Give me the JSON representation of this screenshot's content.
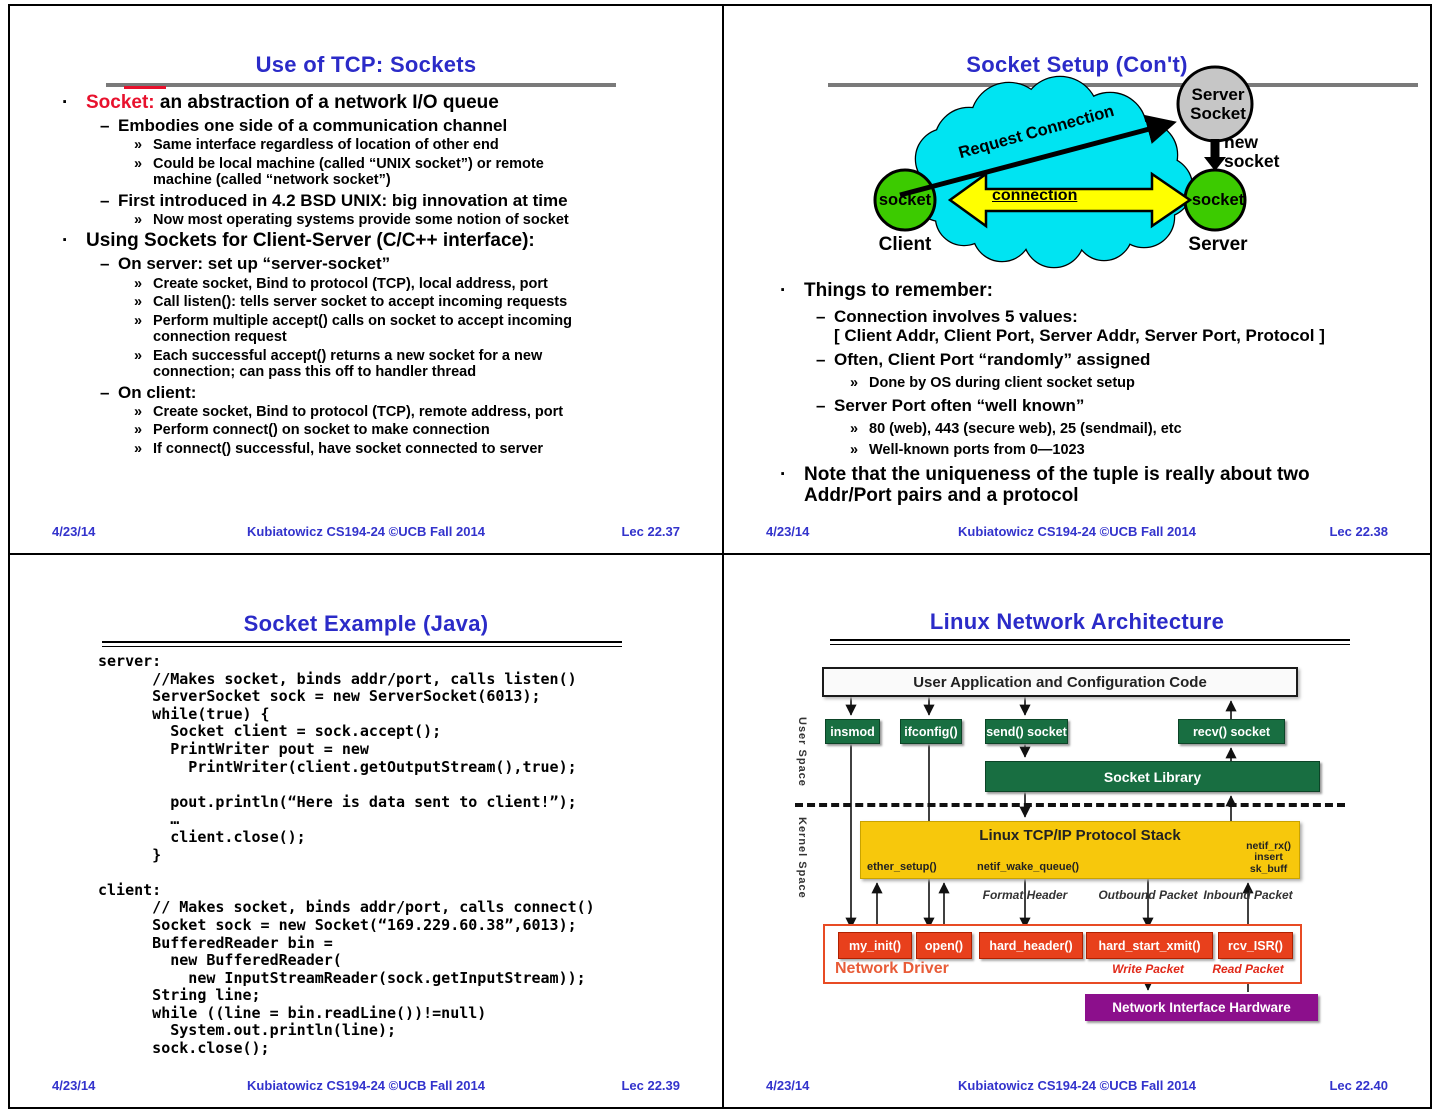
{
  "colors": {
    "title_blue": "#2B2BC8",
    "footer_blue": "#3333CC",
    "accent_red": "#E8112D",
    "cloud_cyan": "#00E4F2",
    "socket_green": "#3CCB00",
    "server_gray": "#C6C6C6",
    "arrow_yellow": "#FFFF00",
    "linux_green": "#186E41",
    "linux_yellow": "#F7C80C",
    "linux_red": "#E8401C",
    "linux_purple": "#8C0F8C"
  },
  "slides": [
    {
      "title": "Use of TCP: Sockets",
      "bullets": [
        {
          "level": 1,
          "lead": "Socket:",
          "text": " an abstraction of a network I/O queue"
        },
        {
          "level": 2,
          "text": "Embodies one side of a communication channel"
        },
        {
          "level": 3,
          "text": "Same interface regardless of location of other end"
        },
        {
          "level": 3,
          "text": "Could be local machine (called “UNIX socket”) or remote\nmachine (called “network socket”)"
        },
        {
          "level": 2,
          "text": "First introduced in 4.2 BSD UNIX: big innovation at time"
        },
        {
          "level": 3,
          "text": "Now most operating systems provide some notion of socket"
        },
        {
          "level": 1,
          "text": "Using Sockets for Client-Server (C/C++ interface):"
        },
        {
          "level": 2,
          "text": "On server: set up “server-socket”"
        },
        {
          "level": 3,
          "text": "Create socket, Bind to protocol (TCP), local address, port"
        },
        {
          "level": 3,
          "text": "Call listen(): tells server socket to accept incoming requests"
        },
        {
          "level": 3,
          "text": "Perform multiple accept() calls on socket to accept incoming\nconnection request"
        },
        {
          "level": 3,
          "text": "Each successful accept() returns a new socket for a new\nconnection; can pass this off to handler thread"
        },
        {
          "level": 2,
          "text": "On client:"
        },
        {
          "level": 3,
          "text": "Create socket, Bind to protocol (TCP), remote address, port"
        },
        {
          "level": 3,
          "text": "Perform connect() on socket to make connection"
        },
        {
          "level": 3,
          "text": "If connect() successful, have socket connected to server"
        }
      ],
      "footer": {
        "date": "4/23/14",
        "credit": "Kubiatowicz CS194-24 ©UCB Fall 2014",
        "lec": "Lec 22.37"
      }
    },
    {
      "title": "Socket Setup (Con't)",
      "diagram": {
        "server_socket_circle": "Server\nSocket",
        "new_socket": "new\nsocket",
        "request_connection": "Request Connection",
        "connection": "connection",
        "client_socket": "socket",
        "server_socket": "socket",
        "client": "Client",
        "server": "Server"
      },
      "bullets": [
        {
          "level": 1,
          "text": "Things to remember:"
        },
        {
          "level": 2,
          "text": "Connection involves 5 values:\n[ Client Addr, Client Port, Server Addr, Server Port, Protocol ]"
        },
        {
          "level": 2,
          "text": "Often, Client Port “randomly” assigned"
        },
        {
          "level": 3,
          "text": "Done by OS during client socket setup"
        },
        {
          "level": 2,
          "text": "Server Port often “well known”"
        },
        {
          "level": 3,
          "text": "80 (web), 443 (secure web), 25 (sendmail), etc"
        },
        {
          "level": 3,
          "text": "Well-known ports from 0—1023"
        },
        {
          "level": 1,
          "text": "Note that the uniqueness of the tuple is really about two\nAddr/Port pairs and a protocol"
        }
      ],
      "footer": {
        "date": "4/23/14",
        "credit": "Kubiatowicz CS194-24 ©UCB Fall 2014",
        "lec": "Lec 22.38"
      }
    },
    {
      "title": "Socket Example (Java)",
      "code": [
        "server:",
        "      //Makes socket, binds addr/port, calls listen()",
        "      ServerSocket sock = new ServerSocket(6013);",
        "      while(true) {",
        "        Socket client = sock.accept();",
        "        PrintWriter pout = new",
        "          PrintWriter(client.getOutputStream(),true);",
        "",
        "        pout.println(“Here is data sent to client!”);",
        "        …",
        "        client.close();",
        "      }",
        "",
        "client:",
        "      // Makes socket, binds addr/port, calls connect()",
        "      Socket sock = new Socket(“169.229.60.38”,6013);",
        "      BufferedReader bin =",
        "        new BufferedReader(",
        "          new InputStreamReader(sock.getInputStream));",
        "      String line;",
        "      while ((line = bin.readLine())!=null)",
        "        System.out.println(line);",
        "      sock.close();"
      ],
      "footer": {
        "date": "4/23/14",
        "credit": "Kubiatowicz CS194-24 ©UCB Fall 2014",
        "lec": "Lec 22.39"
      }
    },
    {
      "title": "Linux Network Architecture",
      "diagram": {
        "app_box": "User Application and Configuration Code",
        "green_boxes": [
          "insmod",
          "ifconfig()",
          "send() socket",
          "recv() socket"
        ],
        "socket_library": "Socket Library",
        "user_space": "User Space",
        "kernel_space": "Kernel Space",
        "stack_title": "Linux TCP/IP Protocol Stack",
        "stack_label_ether": "ether_setup()",
        "stack_label_wake": "netif_wake_queue()",
        "stack_label_rx": "netif_rx()\ninsert\nsk_buff",
        "mid_labels": [
          "Format Header",
          "Outbound Packet",
          "Inbound Packet"
        ],
        "driver_label": "Network Driver",
        "driver_boxes": [
          "my_init()",
          "open()",
          "hard_header()",
          "hard_start_xmit()",
          "rcv_ISR()"
        ],
        "write_packet": "Write Packet",
        "read_packet": "Read Packet",
        "hardware_box": "Network Interface Hardware"
      },
      "footer": {
        "date": "4/23/14",
        "credit": "Kubiatowicz CS194-24 ©UCB Fall 2014",
        "lec": "Lec 22.40"
      }
    }
  ]
}
